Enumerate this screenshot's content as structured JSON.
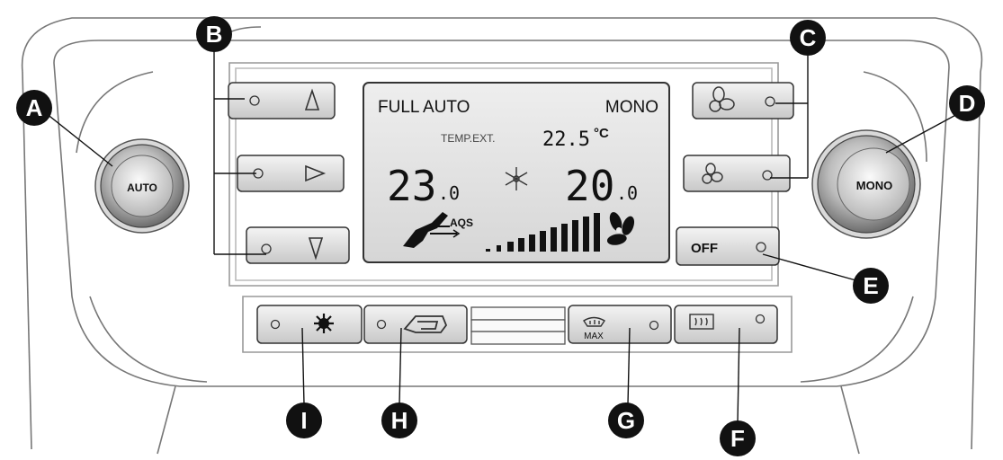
{
  "display": {
    "mode_left": "FULL AUTO",
    "mode_right": "MONO",
    "temp_ext_label": "TEMP.EXT.",
    "temp_ext_value": "22.5",
    "temp_ext_unit": "°C",
    "left_temp_int": "23",
    "left_temp_dec": ".0",
    "right_temp_int": "20",
    "right_temp_dec": ".0",
    "aqs_label": "AQS"
  },
  "knobs": {
    "left_label": "AUTO",
    "right_label": "MONO"
  },
  "buttons": {
    "off_label": "OFF",
    "max_label": "MAX"
  },
  "callouts": {
    "a": "A",
    "b": "B",
    "c": "C",
    "d": "D",
    "e": "E",
    "f": "F",
    "g": "G",
    "h": "H",
    "i": "I"
  },
  "icons": {
    "up_arrow": "triangle-up-icon",
    "right_arrow": "triangle-right-icon",
    "down_arrow": "triangle-down-icon",
    "fan": "fan-icon",
    "snowflake": "snowflake-icon",
    "recirc": "recirculation-icon",
    "ac": "ac-icon",
    "windshield_defrost": "windshield-defrost-icon",
    "rear_defrost": "rear-defrost-icon"
  }
}
